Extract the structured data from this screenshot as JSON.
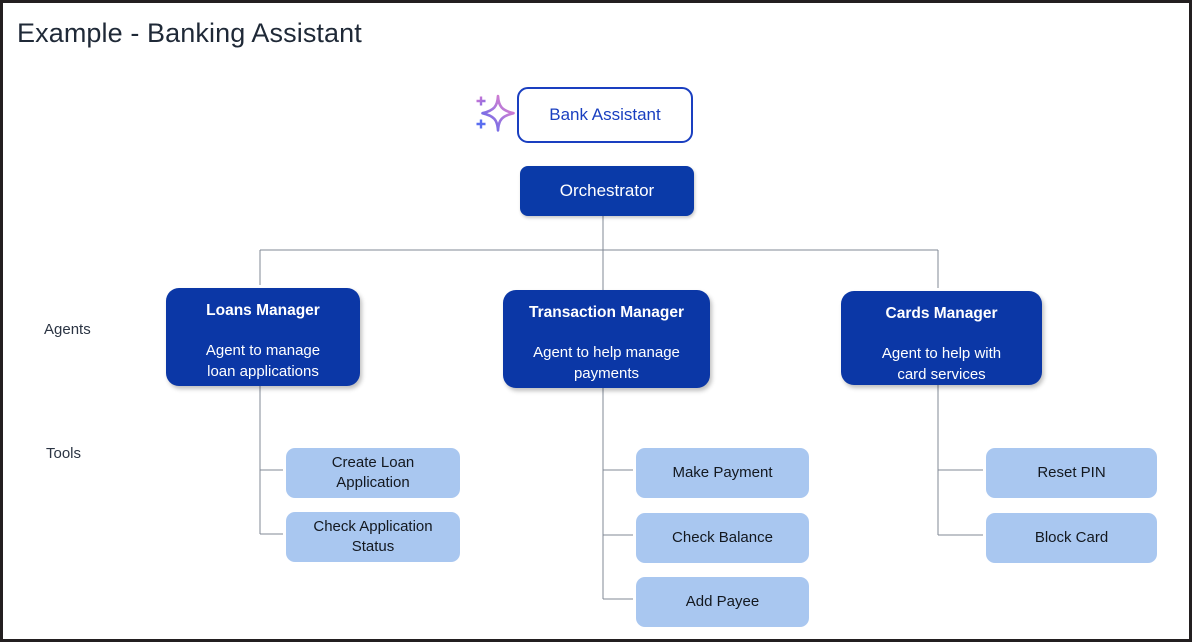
{
  "page": {
    "title": "Example - Banking Assistant",
    "border_color": "#231f20",
    "background": "#ffffff"
  },
  "row_labels": {
    "agents": "Agents",
    "tools": "Tools"
  },
  "colors": {
    "agent_fill": "#0b37a6",
    "orchestrator_fill": "#0a3aa8",
    "tool_fill": "#a9c7f0",
    "root_border": "#1a3fc0",
    "root_text": "#1a3fc0",
    "connector": "#808996",
    "title_text": "#1f2937",
    "sparkle_gradient_from": "#e87ec8",
    "sparkle_gradient_to": "#5a6ef0"
  },
  "root": {
    "label": "Bank Assistant",
    "icon": "sparkle-icon"
  },
  "orchestrator": {
    "label": "Orchestrator"
  },
  "agents": [
    {
      "id": "loans",
      "title": "Loans Manager",
      "description_line1": "Agent to manage",
      "description_line2": "loan applications"
    },
    {
      "id": "transaction",
      "title": "Transaction Manager",
      "description_line1": "Agent to help manage",
      "description_line2": "payments"
    },
    {
      "id": "cards",
      "title": "Cards Manager",
      "description_line1": "Agent to help with",
      "description_line2": "card services"
    }
  ],
  "tools": {
    "loans": [
      {
        "id": "create-loan-application",
        "line1": "Create Loan",
        "line2": "Application"
      },
      {
        "id": "check-application-status",
        "line1": "Check Application",
        "line2": "Status"
      }
    ],
    "transaction": [
      {
        "id": "make-payment",
        "line1": "Make Payment",
        "line2": ""
      },
      {
        "id": "check-balance",
        "line1": "Check Balance",
        "line2": ""
      },
      {
        "id": "add-payee",
        "line1": "Add Payee",
        "line2": ""
      }
    ],
    "cards": [
      {
        "id": "reset-pin",
        "line1": "Reset PIN",
        "line2": ""
      },
      {
        "id": "block-card",
        "line1": "Block Card",
        "line2": ""
      }
    ]
  }
}
